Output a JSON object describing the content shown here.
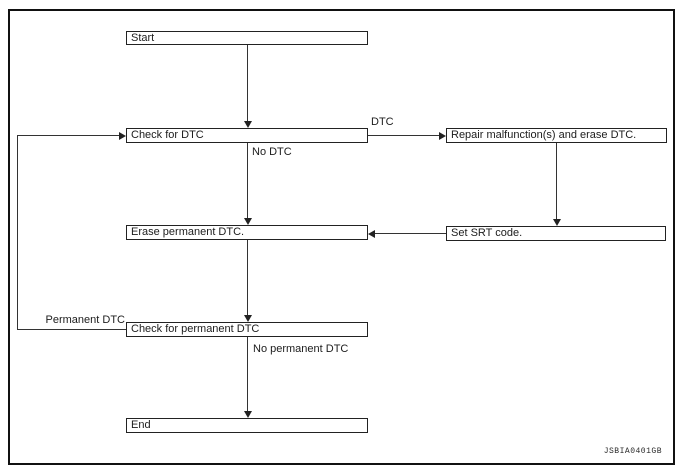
{
  "figure": {
    "id_code": "JSBIA0401GB"
  },
  "colors": {
    "background": "#ffffff",
    "line": "#333333",
    "box_border": "#222222",
    "box_fill": "#ffffff",
    "text": "#1c1c1c"
  },
  "flowchart": {
    "type": "flowchart",
    "nodes": [
      {
        "id": "start",
        "label": "Start"
      },
      {
        "id": "check_dtc",
        "label": "Check for DTC"
      },
      {
        "id": "repair_malfunction",
        "label": "Repair malfunction(s) and erase DTC."
      },
      {
        "id": "set_srt_code",
        "label": "Set SRT code."
      },
      {
        "id": "erase_permanent_dtc",
        "label": "Erase permanent DTC."
      },
      {
        "id": "check_permanent_dtc",
        "label": "Check for permanent DTC"
      },
      {
        "id": "end",
        "label": "End"
      }
    ],
    "edges": [
      {
        "from": "start",
        "to": "check_dtc",
        "label": ""
      },
      {
        "from": "check_dtc",
        "to": "repair_malfunction",
        "label": "DTC"
      },
      {
        "from": "repair_malfunction",
        "to": "set_srt_code",
        "label": ""
      },
      {
        "from": "set_srt_code",
        "to": "erase_permanent_dtc",
        "label": ""
      },
      {
        "from": "check_dtc",
        "to": "erase_permanent_dtc",
        "label": "No DTC"
      },
      {
        "from": "erase_permanent_dtc",
        "to": "check_permanent_dtc",
        "label": ""
      },
      {
        "from": "check_permanent_dtc",
        "to": "check_dtc",
        "label": "Permanent DTC"
      },
      {
        "from": "check_permanent_dtc",
        "to": "end",
        "label": "No permanent DTC"
      }
    ]
  }
}
